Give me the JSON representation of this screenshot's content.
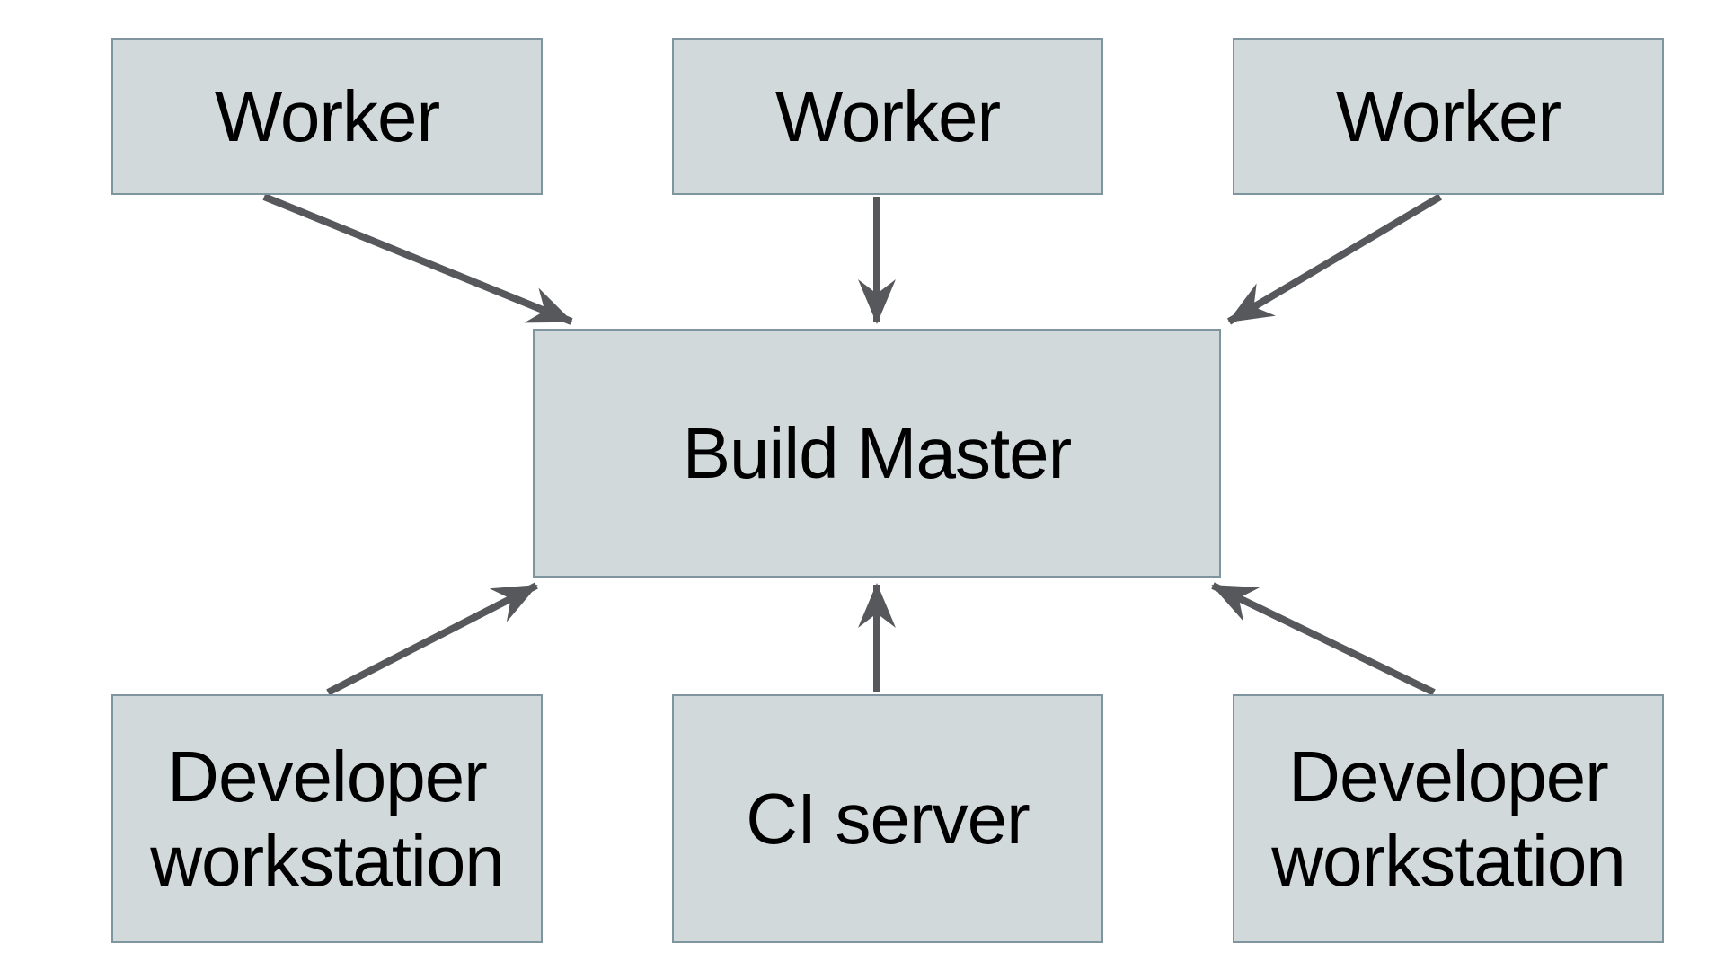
{
  "diagram": {
    "nodes": [
      {
        "id": "worker-1",
        "label": "Worker"
      },
      {
        "id": "worker-2",
        "label": "Worker"
      },
      {
        "id": "worker-3",
        "label": "Worker"
      },
      {
        "id": "build-master",
        "label": "Build Master"
      },
      {
        "id": "developer-workstation-left",
        "label": "Developer workstation"
      },
      {
        "id": "ci-server",
        "label": "CI server"
      },
      {
        "id": "developer-workstation-right",
        "label": "Developer workstation"
      }
    ],
    "edges": [
      {
        "from": "worker-1",
        "to": "build-master"
      },
      {
        "from": "worker-2",
        "to": "build-master"
      },
      {
        "from": "worker-3",
        "to": "build-master"
      },
      {
        "from": "developer-workstation-left",
        "to": "build-master"
      },
      {
        "from": "ci-server",
        "to": "build-master"
      },
      {
        "from": "developer-workstation-right",
        "to": "build-master"
      }
    ],
    "colors": {
      "background": "#ffffff",
      "node_fill": "#d1d9db",
      "node_border": "#7e949e",
      "arrow": "#56585c",
      "text": "#000000"
    }
  }
}
